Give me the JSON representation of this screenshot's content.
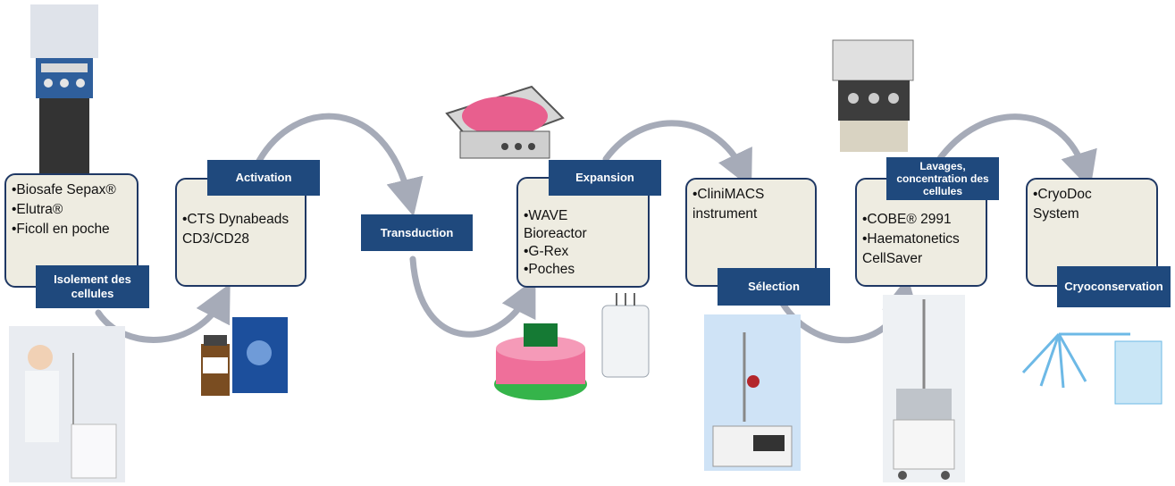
{
  "steps": [
    {
      "label": "Isolement des cellules",
      "items": [
        "•Biosafe Sepax®",
        "•Elutra®",
        "•Ficoll en poche"
      ]
    },
    {
      "label": "Activation",
      "items": [
        "•CTS Dynabeads",
        "CD3/CD28"
      ]
    },
    {
      "label": "Transduction",
      "items": []
    },
    {
      "label": "Expansion",
      "items": [
        "•WAVE",
        "Bioreactor",
        "•G-Rex",
        "•Poches"
      ]
    },
    {
      "label": "Sélection",
      "items": [
        "•CliniMACS",
        "instrument"
      ]
    },
    {
      "label": "Lavages, concentration des cellules",
      "items": [
        "•COBE® 2991",
        "•Haematonetics",
        "CellSaver"
      ]
    },
    {
      "label": "Cryoconservation",
      "items": [
        "•CryoDoc",
        "System"
      ]
    }
  ],
  "colors": {
    "box_fill": "#eeece1",
    "box_border": "#1f3864",
    "label_fill": "#1f497d",
    "arrow": "#a6abb8"
  }
}
